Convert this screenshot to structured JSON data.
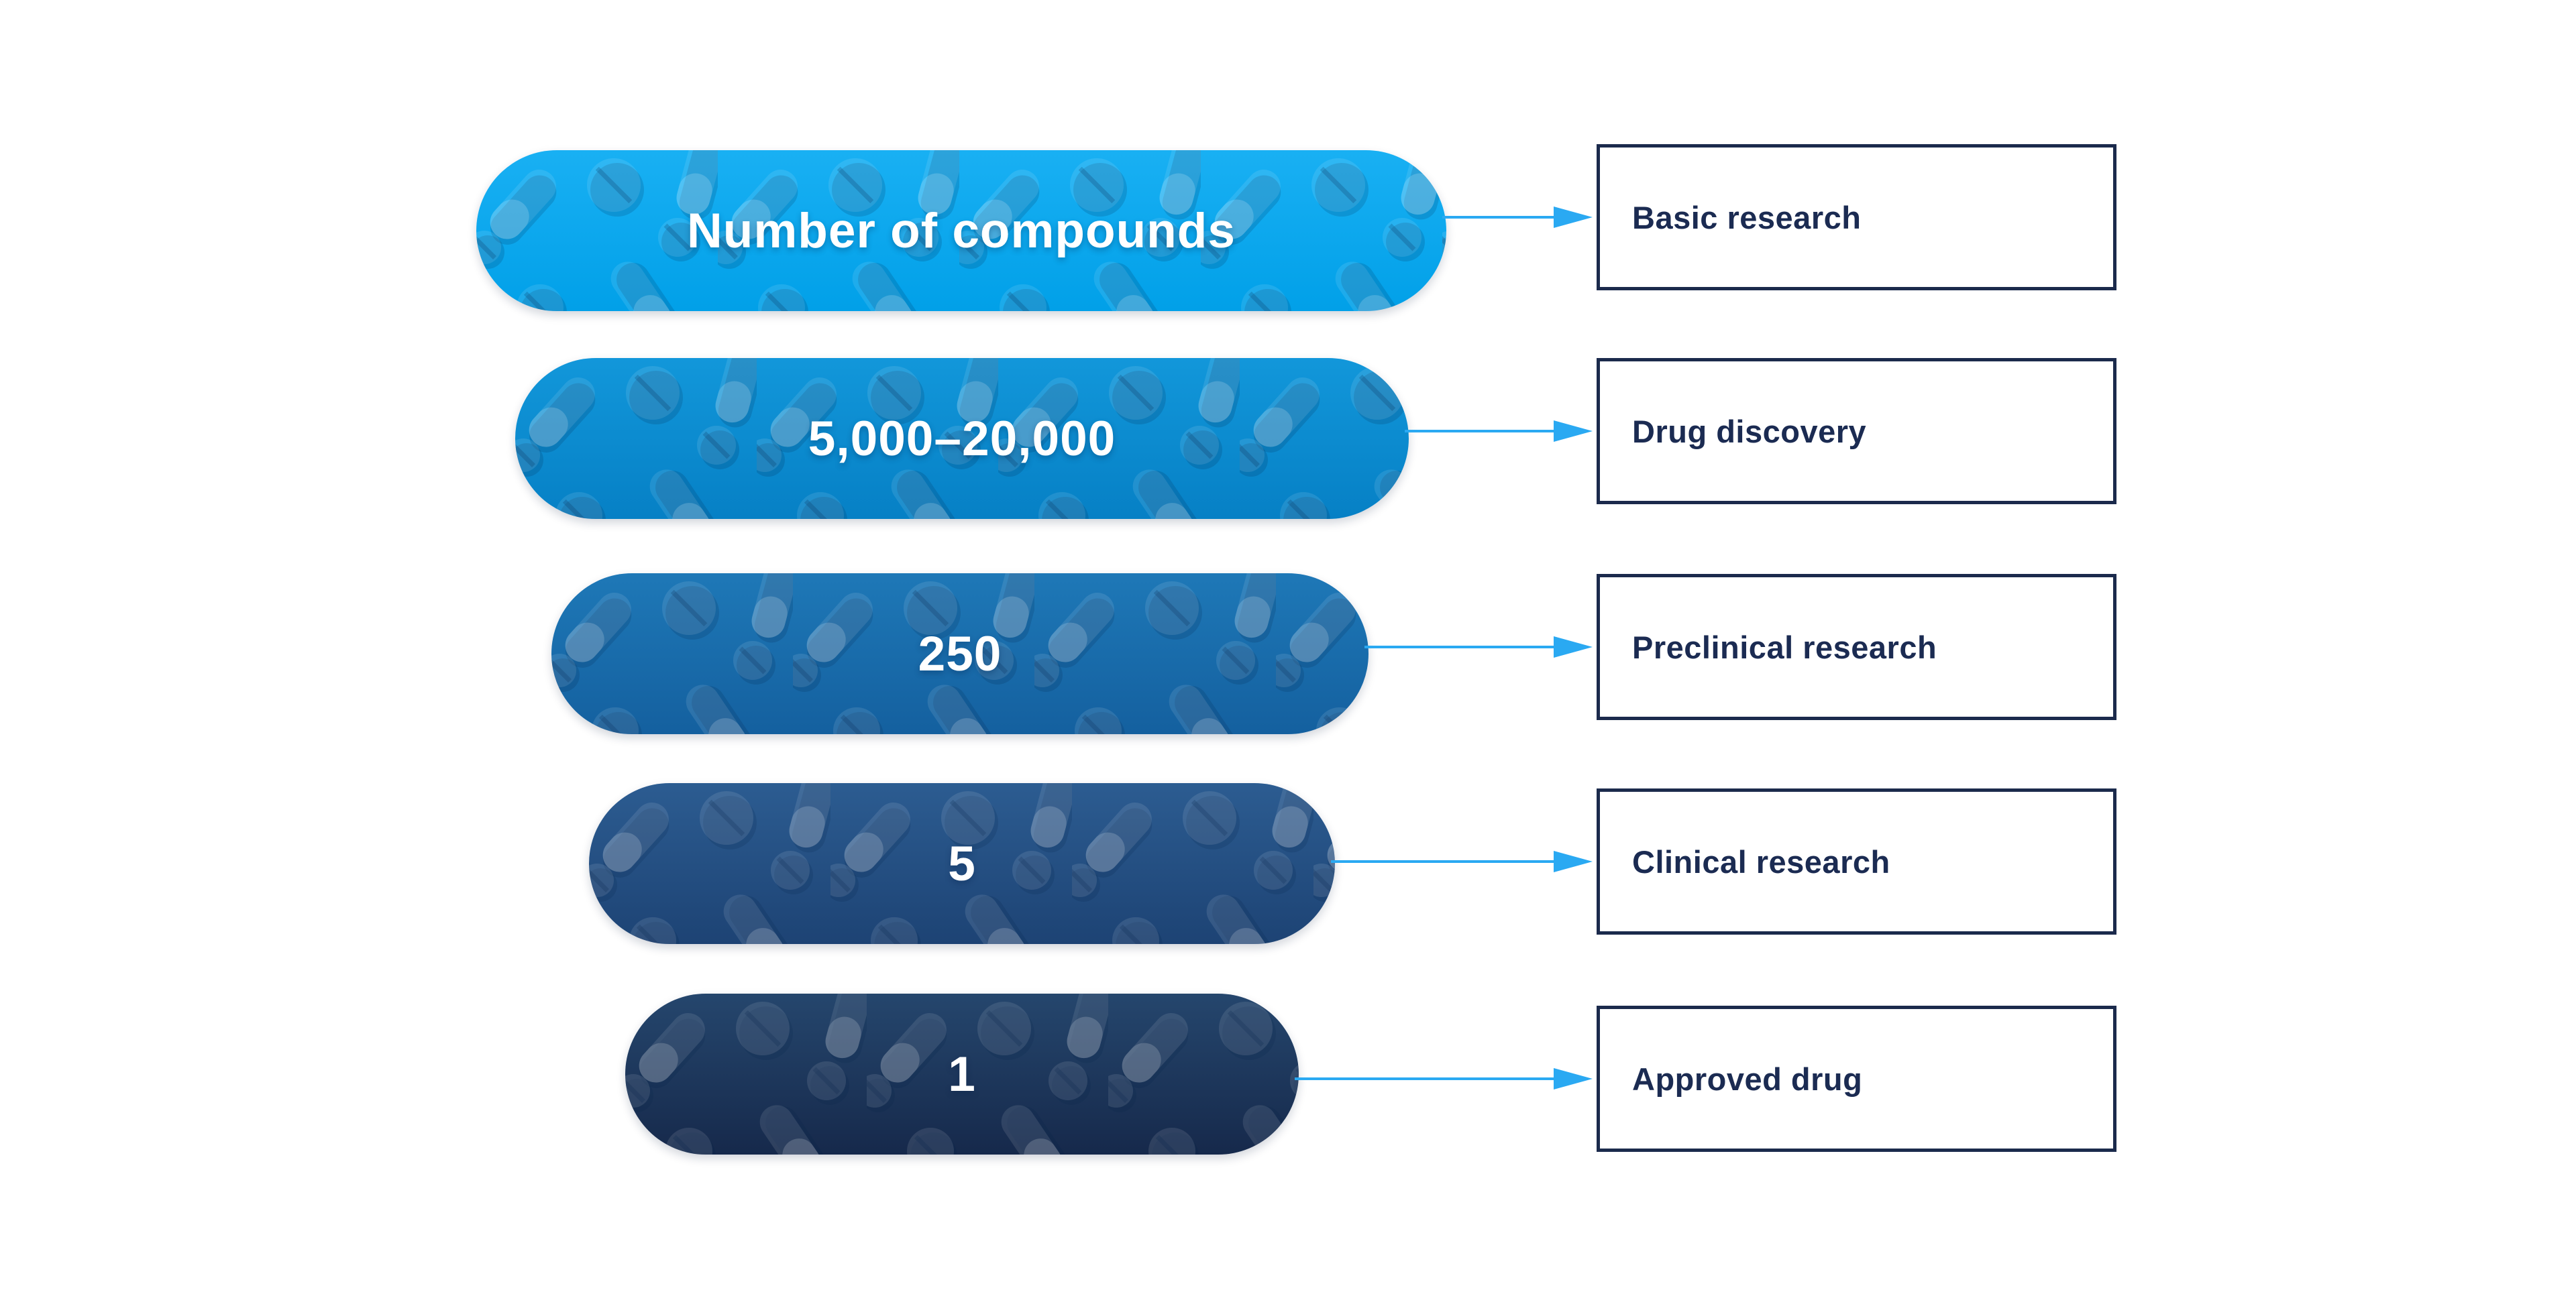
{
  "page": {
    "background": "#ffffff"
  },
  "diagram": {
    "type": "funnel",
    "description": "Drug development pipeline funnel: number of compounds at each research stage",
    "accent_arrow_color": "#2aa9f2",
    "box_border_color": "#1b2a4c",
    "box_text_color": "#1b2b52",
    "bar_text_color": "#ffffff",
    "stages": [
      {
        "value": "Number of compounds",
        "label": "Basic research",
        "role": "header",
        "bar_color": "#0aa7ee",
        "bar_gradient": [
          "#19b0f3",
          "#01a0e8"
        ]
      },
      {
        "value": "5,000–20,000",
        "label": "Drug discovery",
        "role": "data",
        "bar_color": "#0b8fd2",
        "bar_gradient": [
          "#1297da",
          "#0680c5"
        ]
      },
      {
        "value": "250",
        "label": "Preclinical research",
        "role": "data",
        "bar_color": "#1b74b3",
        "bar_gradient": [
          "#1e78b7",
          "#14609f"
        ]
      },
      {
        "value": "5",
        "label": "Clinical research",
        "role": "data",
        "bar_color": "#24548a",
        "bar_gradient": [
          "#2c5c91",
          "#1d4374"
        ]
      },
      {
        "value": "1",
        "label": "Approved drug",
        "role": "data",
        "bar_color": "#1e3c60",
        "bar_gradient": [
          "#25466d",
          "#16294b"
        ]
      }
    ]
  }
}
